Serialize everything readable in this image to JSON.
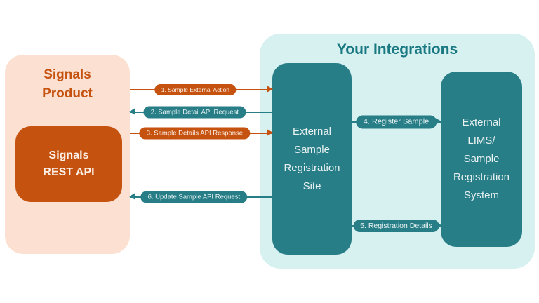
{
  "colors": {
    "orange": "#C5520F",
    "teal": "#287E87",
    "teal_dark": "#1A7883",
    "peach": "#FCE0D1",
    "mint": "#D6F1EF",
    "box_text": "#E9F1F1"
  },
  "signals_panel": {
    "title": "Signals\nProduct",
    "rest_api_label": "Signals\nREST API"
  },
  "integrations_panel": {
    "title": "Your Integrations",
    "site_box_label": "External\nSample\nRegistration\nSite",
    "lims_box_label": "External\nLIMS/\nSample\nRegistration\nSystem"
  },
  "arrows": [
    {
      "number": 1,
      "label": "1. Sample External Action",
      "color": "orange",
      "direction": "right",
      "from": "Signals Product",
      "to": "External Sample Registration Site"
    },
    {
      "number": 2,
      "label": "2. Sample Detail API Request",
      "color": "teal",
      "direction": "left",
      "from": "External Sample Registration Site",
      "to": "Signals Product"
    },
    {
      "number": 3,
      "label": "3. Sample Details API Response",
      "color": "orange",
      "direction": "right",
      "from": "Signals Product",
      "to": "External Sample Registration Site"
    },
    {
      "number": 4,
      "label": "4. Register Sample",
      "color": "teal",
      "direction": "right",
      "from": "External Sample Registration Site",
      "to": "External LIMS/Sample Registration System"
    },
    {
      "number": 5,
      "label": "5. Registration Details",
      "color": "teal",
      "direction": "right",
      "from": "External Sample Registration Site",
      "to": "External LIMS/Sample Registration System"
    },
    {
      "number": 6,
      "label": "6. Update Sample API Request",
      "color": "teal",
      "direction": "left",
      "from": "External Sample Registration Site",
      "to": "Signals Product"
    }
  ]
}
